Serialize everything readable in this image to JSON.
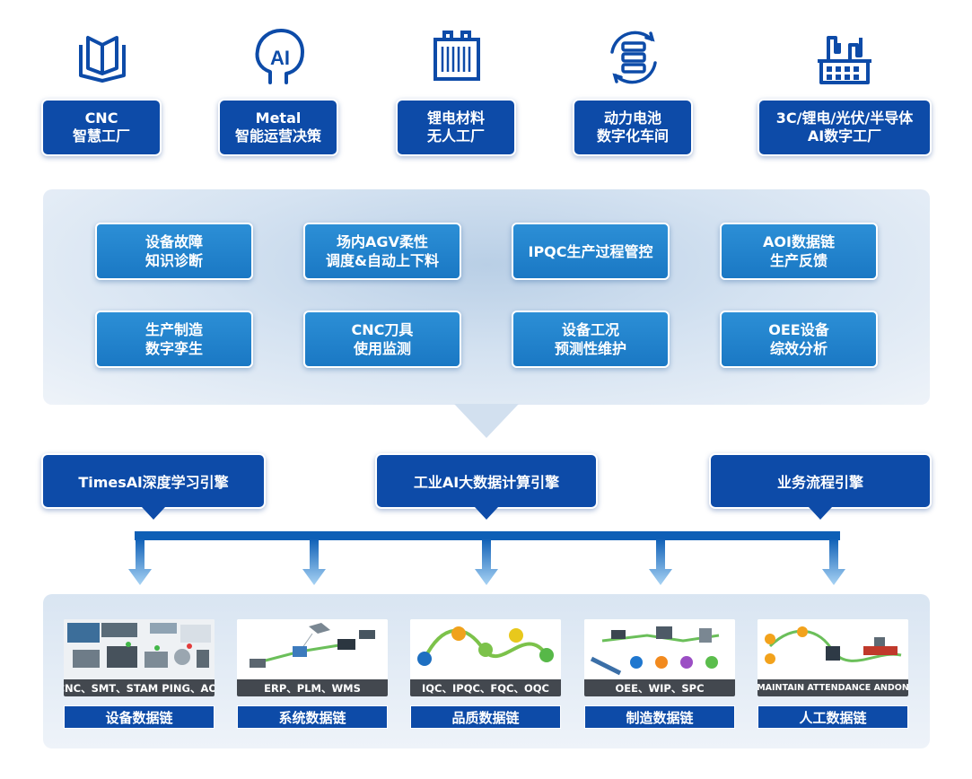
{
  "top_row": [
    {
      "icon": "book-icon",
      "line1": "CNC",
      "line2": "智慧工厂"
    },
    {
      "icon": "ai-head-icon",
      "line1": "Metal",
      "line2": "智能运营决策"
    },
    {
      "icon": "battery-icon",
      "line1": "锂电材料",
      "line2": "无人工厂"
    },
    {
      "icon": "server-cycle-icon",
      "line1": "动力电池",
      "line2": "数字化车间"
    },
    {
      "icon": "factory-icon",
      "line1": "3C/锂电/光伏/半导体",
      "line2": "AI数字工厂"
    }
  ],
  "mid_boxes": [
    {
      "line1": "设备故障",
      "line2": "知识诊断"
    },
    {
      "line1": "场内AGV柔性",
      "line2": "调度&自动上下料"
    },
    {
      "line1": "IPQC生产过程管控",
      "line2": ""
    },
    {
      "line1": "AOI数据链",
      "line2": "生产反馈"
    },
    {
      "line1": "生产制造",
      "line2": "数字孪生"
    },
    {
      "line1": "CNC刀具",
      "line2": "使用监测"
    },
    {
      "line1": "设备工况",
      "line2": "预测性维护"
    },
    {
      "line1": "OEE设备",
      "line2": "综效分析"
    }
  ],
  "engines": [
    {
      "label": "TimesAl深度学习引擎"
    },
    {
      "label": "工业AI大数据计算引擎"
    },
    {
      "label": "业务流程引擎"
    }
  ],
  "bottom_cards": [
    {
      "strip": "CNC、SMT、STAM PING、AOI",
      "chain": "设备数据链"
    },
    {
      "strip": "ERP、PLM、WMS",
      "chain": "系统数据链"
    },
    {
      "strip": "IQC、IPQC、FQC、OQC",
      "chain": "品质数据链"
    },
    {
      "strip": "OEE、WIP、SPC",
      "chain": "制造数据链"
    },
    {
      "strip": "MAINTAIN ATTENDANCE ANDON",
      "chain": "人工数据链"
    }
  ],
  "colors": {
    "dark_blue": "#0d4ba8",
    "mid_blue": "#1a78c4",
    "light_arrow": "#8ec3ef"
  }
}
